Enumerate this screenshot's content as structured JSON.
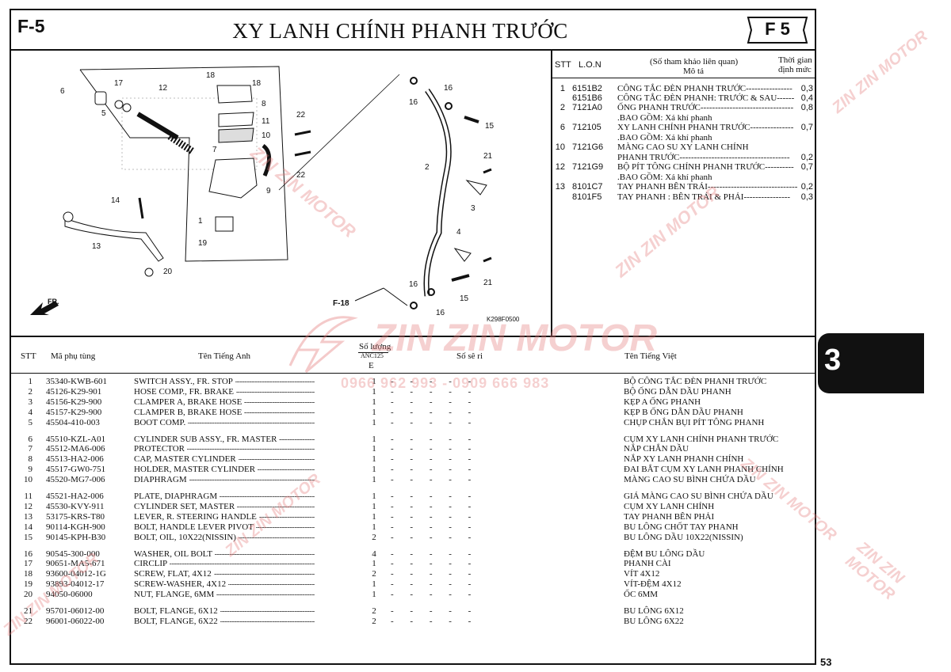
{
  "header": {
    "page_code": "F-5",
    "title": "XY LANH CHÍNH PHANH TRƯỚC",
    "badge": "F 5"
  },
  "diagram": {
    "callouts": [
      "6",
      "17",
      "12",
      "5",
      "18",
      "18",
      "8",
      "11",
      "10",
      "7",
      "22",
      "22",
      "9",
      "16",
      "16",
      "15",
      "2",
      "21",
      "3",
      "4",
      "21",
      "14",
      "1",
      "19",
      "13",
      "20",
      "16",
      "15",
      "16",
      "F-18"
    ],
    "ref_code": "K298F0500",
    "front_arrow_label": "FR."
  },
  "ref_table": {
    "headers": {
      "stt": "STT",
      "lon": "L.O.N",
      "desc_line1": "(Số tham khảo liên quan)",
      "desc_line2": "Mô tả",
      "time_line1": "Thời gian",
      "time_line2": "định mức"
    },
    "rows": [
      {
        "stt": "1",
        "lon": "6151B2",
        "desc": "CÔNG TẮC ĐÈN PHANH TRƯỚC----------------",
        "time": "0,3"
      },
      {
        "stt": "",
        "lon": "6151B6",
        "desc": "CÔNG TẮC ĐÈN PHANH: TRƯỚC & SAU------",
        "time": "0,4"
      },
      {
        "stt": "2",
        "lon": "7121A0",
        "desc": "ỐNG PHANH TRƯỚC--------------------------------",
        "time": "0,8"
      },
      {
        "stt": "",
        "lon": "",
        "desc": ".BAO GỒM: Xả khí phanh",
        "time": ""
      },
      {
        "stt": "6",
        "lon": "712105",
        "desc": "XY LANH CHÍNH PHANH TRƯỚC---------------",
        "time": "0,7"
      },
      {
        "stt": "",
        "lon": "",
        "desc": ".BAO GỒM: Xả khí phanh",
        "time": ""
      },
      {
        "stt": "10",
        "lon": "7121G6",
        "desc": "MÀNG CAO SU XY LANH CHÍNH",
        "time": ""
      },
      {
        "stt": "",
        "lon": "",
        "desc": "PHANH TRƯỚC--------------------------------------",
        "time": "0,2"
      },
      {
        "stt": "12",
        "lon": "7121G9",
        "desc": "BỘ PÍT TÔNG CHÍNH PHANH TRƯỚC----------",
        "time": "0,7"
      },
      {
        "stt": "",
        "lon": "",
        "desc": ".BAO GỒM: Xả khí phanh",
        "time": ""
      },
      {
        "stt": "13",
        "lon": "8101C7",
        "desc": "TAY PHANH BÊN TRÁI-------------------------------",
        "time": "0,2"
      },
      {
        "stt": "",
        "lon": "8101F5",
        "desc": "TAY PHANH : BÊN TRÁI & PHẢI----------------",
        "time": "0,3"
      }
    ]
  },
  "parts_table": {
    "headers": {
      "stt": "STT",
      "part_no": "Mã phụ tùng",
      "name_en": "Tên Tiếng Anh",
      "qty_line1": "Số lượng",
      "qty_model": "ANC125",
      "qty_variant": "E",
      "serial": "Số sê ri",
      "name_vn": "Tên Tiếng Việt"
    },
    "rows": [
      {
        "stt": "1",
        "part_no": "35340-KWB-601",
        "name_en": "SWITCH ASSY., FR. STOP",
        "qty": "1",
        "name_vn": "BỘ CÔNG TẮC ĐÈN PHANH TRƯỚC"
      },
      {
        "stt": "2",
        "part_no": "45126-K29-901",
        "name_en": "HOSE COMP., FR. BRAKE",
        "qty": "1",
        "name_vn": "BỘ ỐNG DẪN DẦU PHANH"
      },
      {
        "stt": "3",
        "part_no": "45156-K29-900",
        "name_en": "CLAMPER A, BRAKE HOSE",
        "qty": "1",
        "name_vn": "KẸP A ỐNG PHANH"
      },
      {
        "stt": "4",
        "part_no": "45157-K29-900",
        "name_en": "CLAMPER B, BRAKE HOSE",
        "qty": "1",
        "name_vn": "KẸP B ỐNG DẪN DẦU PHANH"
      },
      {
        "stt": "5",
        "part_no": "45504-410-003",
        "name_en": "BOOT COMP.",
        "qty": "1",
        "name_vn": "CHỤP CHẮN BỤI PÍT TÔNG PHANH"
      },
      {
        "stt": "6",
        "part_no": "45510-KZL-A01",
        "name_en": "CYLINDER SUB ASSY., FR. MASTER",
        "qty": "1",
        "name_vn": "CỤM XY LANH CHÍNH PHANH TRƯỚC"
      },
      {
        "stt": "7",
        "part_no": "45512-MA6-006",
        "name_en": "PROTECTOR",
        "qty": "1",
        "name_vn": "NẮP CHẮN DẦU"
      },
      {
        "stt": "8",
        "part_no": "45513-HA2-006",
        "name_en": "CAP, MASTER CYLINDER",
        "qty": "1",
        "name_vn": "NẮP XY LANH PHANH CHÍNH"
      },
      {
        "stt": "9",
        "part_no": "45517-GW0-751",
        "name_en": "HOLDER, MASTER CYLINDER",
        "qty": "1",
        "name_vn": "ĐAI BẮT CỤM XY LANH PHANH CHÍNH"
      },
      {
        "stt": "10",
        "part_no": "45520-MG7-006",
        "name_en": "DIAPHRAGM",
        "qty": "1",
        "name_vn": "MÀNG CAO SU BÌNH CHỨA DẦU"
      },
      {
        "stt": "11",
        "part_no": "45521-HA2-006",
        "name_en": "PLATE, DIAPHRAGM",
        "qty": "1",
        "name_vn": "GIÁ MÀNG CAO SU BÌNH CHỨA DẦU"
      },
      {
        "stt": "12",
        "part_no": "45530-KVY-911",
        "name_en": "CYLINDER SET, MASTER",
        "qty": "1",
        "name_vn": "CỤM XY LANH CHÍNH"
      },
      {
        "stt": "13",
        "part_no": "53175-KRS-T80",
        "name_en": "LEVER, R. STEERING HANDLE",
        "qty": "1",
        "name_vn": "TAY PHANH BÊN PHẢI"
      },
      {
        "stt": "14",
        "part_no": "90114-KGH-900",
        "name_en": "BOLT, HANDLE LEVER PIVOT",
        "qty": "1",
        "name_vn": "BU LÔNG CHỐT TAY PHANH"
      },
      {
        "stt": "15",
        "part_no": "90145-KPH-B30",
        "name_en": "BOLT, OIL, 10X22(NISSIN)",
        "qty": "2",
        "name_vn": "BU LÔNG DẦU 10X22(NISSIN)"
      },
      {
        "stt": "16",
        "part_no": "90545-300-000",
        "name_en": "WASHER, OIL BOLT",
        "qty": "4",
        "name_vn": "ĐỆM BU LÔNG DẦU"
      },
      {
        "stt": "17",
        "part_no": "90651-MA5-671",
        "name_en": "CIRCLIP",
        "qty": "1",
        "name_vn": "PHANH CÀI"
      },
      {
        "stt": "18",
        "part_no": "93600-04012-1G",
        "name_en": "SCREW, FLAT, 4X12",
        "qty": "2",
        "name_vn": "VÍT 4X12"
      },
      {
        "stt": "19",
        "part_no": "93893-04012-17",
        "name_en": "SCREW-WASHER, 4X12",
        "qty": "1",
        "name_vn": "VÍT-ĐỆM 4X12"
      },
      {
        "stt": "20",
        "part_no": "94050-06000",
        "name_en": "NUT, FLANGE, 6MM",
        "qty": "1",
        "name_vn": "ỐC 6MM"
      },
      {
        "stt": "21",
        "part_no": "95701-06012-00",
        "name_en": "BOLT, FLANGE, 6X12",
        "qty": "2",
        "name_vn": "BU LÔNG 6X12"
      },
      {
        "stt": "22",
        "part_no": "96001-06022-00",
        "name_en": "BOLT, FLANGE, 6X22",
        "qty": "2",
        "name_vn": "BU LÔNG 6X22"
      }
    ],
    "serial_marks": "- - - - -",
    "leader_dots": "------------------------------------------------------------------------"
  },
  "side": {
    "chapter": "3",
    "page_number": "53"
  },
  "watermark": {
    "brand": "ZIN ZIN MOTOR",
    "phones": "0966 962 993 - 0909 666 983"
  },
  "colors": {
    "ink": "#111111",
    "watermark": "#e47a7a",
    "tab": "#111111"
  }
}
